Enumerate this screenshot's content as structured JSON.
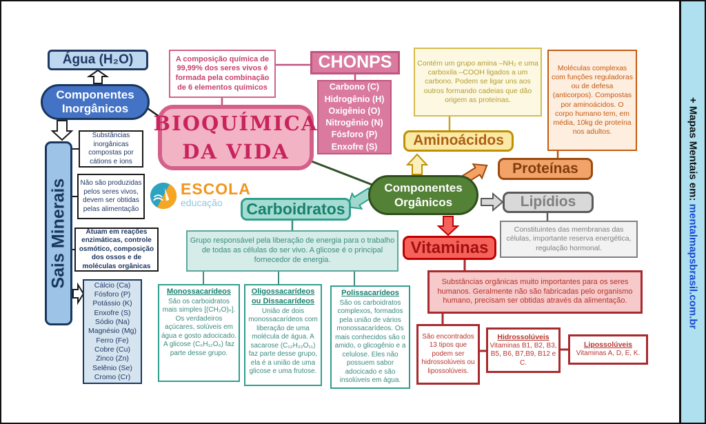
{
  "title": "BIOQUÍMICA\nDA VIDA",
  "sidebar": {
    "prefix": "+ Mapas Mentais em: ",
    "site": "mentalmapsbrasil.com.br"
  },
  "logo": {
    "title": "ESCOLA",
    "subtitle": "educação"
  },
  "inorganic": {
    "agua": "Água (H₂O)",
    "label": "Componentes\nInorgânicos",
    "sais": "Sais Minerais",
    "note1": "Substâncias inorgânicas compostas por cátions e íons",
    "note2": "Não são produzidas pelos seres vivos, devem ser obtidas pelas alimentação",
    "note3": "Atuam em reações enzimáticas, controle osmótico, composição dos ossos e de moléculas orgânicas",
    "minerals": "Cálcio (Ca)\nFósforo (P)\nPotássio (K)\nEnxofre (S)\nSódio (Na)\nMagnésio (Mg)\nFerro (Fe)\nCobre (Cu)\nZinco (Zn)\nSelênio (Se)\nCromo (Cr)"
  },
  "composition_note": "A composição química de 99,99% dos seres vivos é formada pela combinação de 6 elementos químicos",
  "chonps": {
    "label": "CHONPS",
    "elements": "Carbono (C)\nHidrogênio (H)\nOxigênio (O)\nNitrogênio (N)\nFósforo (P)\nEnxofre (S)"
  },
  "organic": {
    "label": "Componentes\nOrgânicos"
  },
  "amino": {
    "note": "Contém um grupo amina –NH₂ e uma carboxila –COOH ligados a um carbono. Podem se ligar uns aos outros formando cadeias que dão origem as proteínas.",
    "label": "Aminoácidos"
  },
  "proteins": {
    "note": "Moléculas complexas com funções reguladoras ou de defesa (anticorpos). Compostas por aminoácidos. O corpo humano tem, em média, 10kg de proteína nos adultos.",
    "label": "Proteínas"
  },
  "lipids": {
    "label": "Lipídios",
    "note": "Constituintes das membranas das células, importante reserva energética, regulação hormonal."
  },
  "carbs": {
    "label": "Carboidratos",
    "note": "Grupo responsável pela liberação de energia para o trabalho de todas as células do ser vivo. A glicose é o principal fornecedor de energia.",
    "mono": {
      "title": "Monossacarídeos",
      "body": "São os carboidratos mais simples [(CH₂O)ₙ]. Os verdadeiros açúcares, solúveis em água e gosto adocicado. A glicose (C₆H₁₂O₆) faz parte desse grupo."
    },
    "oligo": {
      "title": "Oligossacarídeos ou Dissacarídeos",
      "body": "União de dois monossacarídeos com liberação de uma molécula de água. A sacarose (C₁₂H₂₂O₁₁) faz parte desse grupo, ela é a união de uma glicose e uma frutose."
    },
    "poli": {
      "title": "Polissacarídeos",
      "body": "São os carboidratos complexos, formados pela união de vários monossacarídeos. Os mais conhecidos são o amido, o glicogênio e a celulose. Eles não possuem sabor adocicado e são insolúveis em água."
    }
  },
  "vitamins": {
    "label": "Vitaminas",
    "note": "Substâncias orgânicas muito importantes para os seres humanos. Geralmente não são fabricadas pelo organismo humano, precisam ser obtidas através da alimentação.",
    "types_note": "São encontrados 13 tipos que podem ser hidrossolúveis ou lipossolúveis.",
    "hydro": {
      "title": "Hidrossolúveis",
      "body": "Vitaminas B1, B2, B3, B5, B6, B7,B9, B12 e C."
    },
    "lipo": {
      "title": "Lipossolúveis",
      "body": "Vitaminas A, D, E, K."
    }
  },
  "colors": {
    "blue": "#4472c4",
    "dark_navy": "#1f3864",
    "pink": "#d97a9e",
    "pink_dark": "#c9235e",
    "yellow": "#bf9000",
    "orange": "#c55a11",
    "green": "#538135",
    "teal": "#2f9e8e",
    "gray": "#595959",
    "red": "#c00000",
    "sidebar_blue": "#aee0f0",
    "link_blue": "#1947d1"
  }
}
